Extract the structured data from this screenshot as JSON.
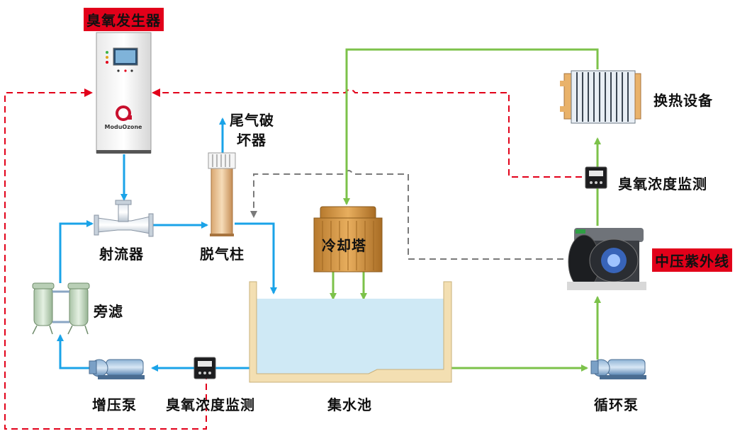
{
  "labels": {
    "ozone_generator": "臭氧发生器",
    "ejector": "射流器",
    "degassing_column": "脱气柱",
    "tail_gas_destroyer_line1": "尾气破",
    "tail_gas_destroyer_line2": "坏器",
    "cooling_tower": "冷却塔",
    "heat_exchanger": "换热设备",
    "ozone_monitor_right": "臭氧浓度监测",
    "medium_pressure_uv": "中压紫外线",
    "side_filter": "旁滤",
    "booster_pump": "增压泵",
    "ozone_monitor_bottom": "臭氧浓度监测",
    "water_tank": "集水池",
    "circulation_pump": "循环泵",
    "generator_brand": "ModuOzone"
  },
  "colors": {
    "water_line": "#1aa3e8",
    "green_line": "#7cc24a",
    "ozone_dash": "#e2001a",
    "grey_dash": "#7a7a7a",
    "tank_water": "#cfe9f5",
    "tank_wall": "#f3dfb2",
    "highlight_tag": "#e2001a"
  },
  "icons": [
    "ozone-generator-cabinet",
    "ejector-icon",
    "degassing-column-icon",
    "cooling-tower-icon",
    "heat-exchanger-icon",
    "ozone-monitor-icon",
    "uv-reactor-icon",
    "side-filter-icon",
    "pump-icon"
  ]
}
